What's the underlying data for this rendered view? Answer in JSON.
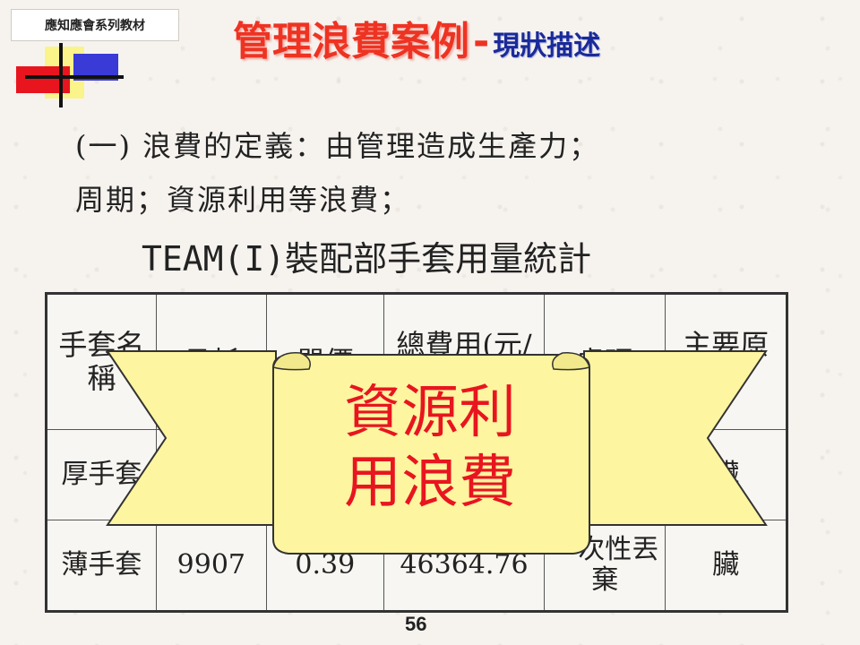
{
  "series_tag": "應知應會系列教材",
  "title": {
    "main": "管理浪費案例",
    "dash": "-",
    "sub": "現狀描述"
  },
  "definition": {
    "line1": "(一) 浪費的定義：由管理造成生產力；",
    "line2": "周期；資源利用等浪費；"
  },
  "table_title": "TEAM(I)裝配部手套用量統計",
  "table": {
    "headers": [
      "手套名稱",
      "月耗",
      "單價",
      "總費用(元/年)",
      "處理",
      "主要原因"
    ],
    "rows": [
      [
        "厚手套",
        "",
        "",
        "",
        "",
        "臟"
      ],
      [
        "薄手套",
        "9907",
        "0.39",
        "46364.76",
        "一次性丟棄",
        "臟"
      ]
    ]
  },
  "banner": {
    "line1": "資源利",
    "line2": "用浪費"
  },
  "page_number": "56",
  "colors": {
    "title_red": "#ee3322",
    "subtitle_blue": "#1a2a99",
    "banner_fill": "#fdf5a0",
    "banner_text": "#e8151f"
  }
}
